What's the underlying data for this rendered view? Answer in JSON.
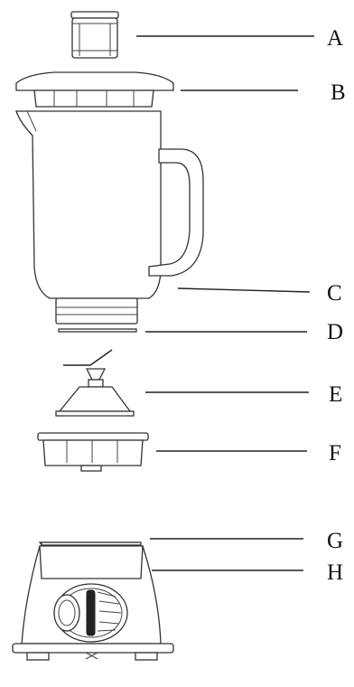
{
  "diagram": {
    "parts": [
      {
        "id": "cap",
        "letter": "A"
      },
      {
        "id": "lid",
        "letter": "B"
      },
      {
        "id": "jug",
        "letter": "C"
      },
      {
        "id": "sealing-ring",
        "letter": "D"
      },
      {
        "id": "blade-assembly",
        "letter": "E"
      },
      {
        "id": "jug-base-coupling",
        "letter": "F"
      },
      {
        "id": "speed-knob",
        "letter": "G"
      },
      {
        "id": "motor-base",
        "letter": "H"
      }
    ]
  }
}
